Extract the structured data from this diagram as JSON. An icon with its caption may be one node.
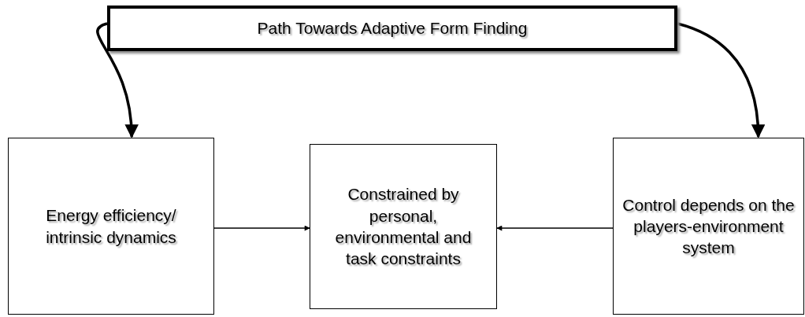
{
  "diagram": {
    "nodes": [
      {
        "text": [
          "Path Towards Adaptive Form Finding"
        ]
      },
      {
        "text": [
          "Energy efficiency/ intrinsic dynamics"
        ]
      },
      {
        "text": [
          "Constrained by personal, environmental and task constraints"
        ]
      },
      {
        "text": [
          "Control depends on the players-environment system"
        ]
      }
    ],
    "edges": [
      {
        "from": 0,
        "to": 1,
        "arrow": "to",
        "style": "thick"
      },
      {
        "from": 0,
        "to": 3,
        "arrow": "to",
        "style": "thick"
      },
      {
        "from": 1,
        "to": 2,
        "arrow": "to"
      },
      {
        "from": 3,
        "to": 2,
        "arrow": "to"
      }
    ]
  }
}
